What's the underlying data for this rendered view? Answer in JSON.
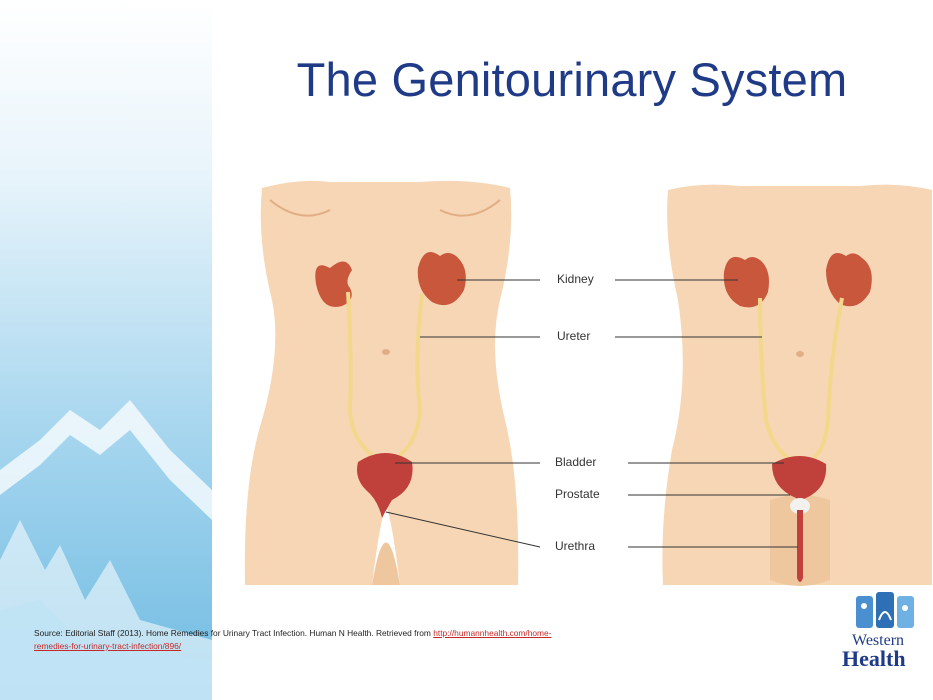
{
  "slide": {
    "title": "The Genitourinary System",
    "labels": {
      "kidney": "Kidney",
      "ureter": "Ureter",
      "bladder": "Bladder",
      "prostate": "Prostate",
      "urethra": "Urethra"
    },
    "source": {
      "text": "Source:  Editorial Staff (2013). Home Remedies for Urinary Tract Infection. Human N Health. Retrieved  from",
      "link_line1": "http://humannhealth.com/home-",
      "link_line2": "remedies-for-urinary-tract-infection/896/"
    },
    "logo": {
      "line1": "Western",
      "line2": "Health"
    }
  },
  "colors": {
    "title": "#1f3a86",
    "skin": "#f6d6b4",
    "skin_shadow": "#e9bb92",
    "kidney": "#c9573c",
    "bladder": "#c0413b",
    "ureter": "#f3d88c",
    "side_band_top": "#ffffff",
    "side_band_bottom": "#7cc1e6",
    "link": "#c62828"
  }
}
